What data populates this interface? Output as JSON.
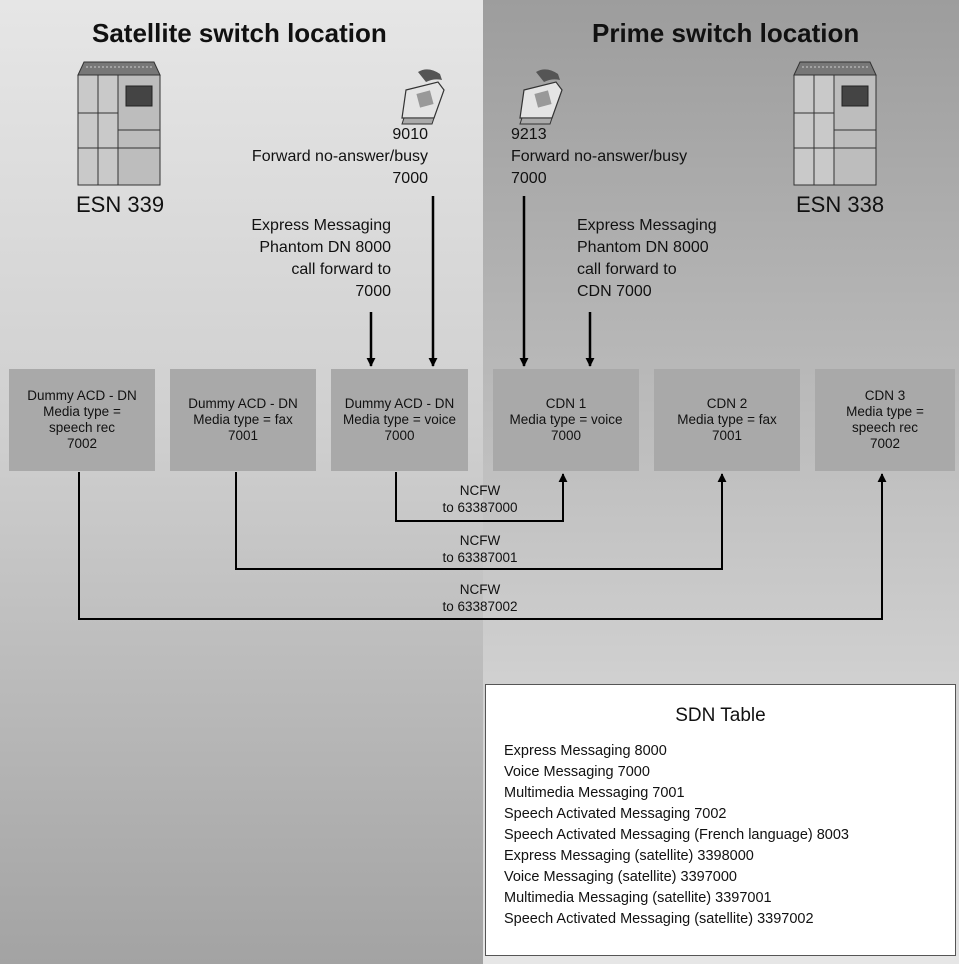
{
  "titles": {
    "satellite": "Satellite switch location",
    "prime": "Prime switch location"
  },
  "switches": {
    "left_label": "ESN 339",
    "right_label": "ESN 338"
  },
  "phones": {
    "left": {
      "dn": "9010",
      "forward": "Forward no-answer/busy",
      "target": "7000"
    },
    "right": {
      "dn": "9213",
      "forward": "Forward no-answer/busy",
      "target": "7000"
    }
  },
  "express": {
    "left": [
      "Express Messaging",
      "Phantom DN 8000",
      "call forward to",
      "7000"
    ],
    "right": [
      "Express Messaging",
      "Phantom DN 8000",
      "call forward to",
      "CDN 7000"
    ]
  },
  "boxes": [
    {
      "lines": [
        "Dummy ACD - DN",
        "Media type =",
        "speech rec",
        "7002"
      ]
    },
    {
      "lines": [
        "Dummy ACD - DN",
        "Media type = fax",
        "7001"
      ]
    },
    {
      "lines": [
        "Dummy ACD - DN",
        "Media type = voice",
        "7000"
      ]
    },
    {
      "lines": [
        "CDN 1",
        "Media type = voice",
        "7000"
      ]
    },
    {
      "lines": [
        "CDN 2",
        "Media type = fax",
        "7001"
      ]
    },
    {
      "lines": [
        "CDN 3",
        "Media type =",
        "speech rec",
        "7002"
      ]
    }
  ],
  "ncfw": [
    {
      "label": "NCFW",
      "target": "to 63387000"
    },
    {
      "label": "NCFW",
      "target": "to 63387001"
    },
    {
      "label": "NCFW",
      "target": "to 63387002"
    }
  ],
  "sdn_table": {
    "title": "SDN Table",
    "rows": [
      "Express Messaging 8000",
      "Voice Messaging 7000",
      "Multimedia Messaging 7001",
      "Speech Activated Messaging 7002",
      "Speech Activated Messaging (French language) 8003",
      "Express Messaging (satellite) 3398000",
      "Voice Messaging (satellite) 3397000",
      "Multimedia Messaging (satellite) 3397001",
      "Speech Activated Messaging (satellite) 3397002"
    ]
  }
}
